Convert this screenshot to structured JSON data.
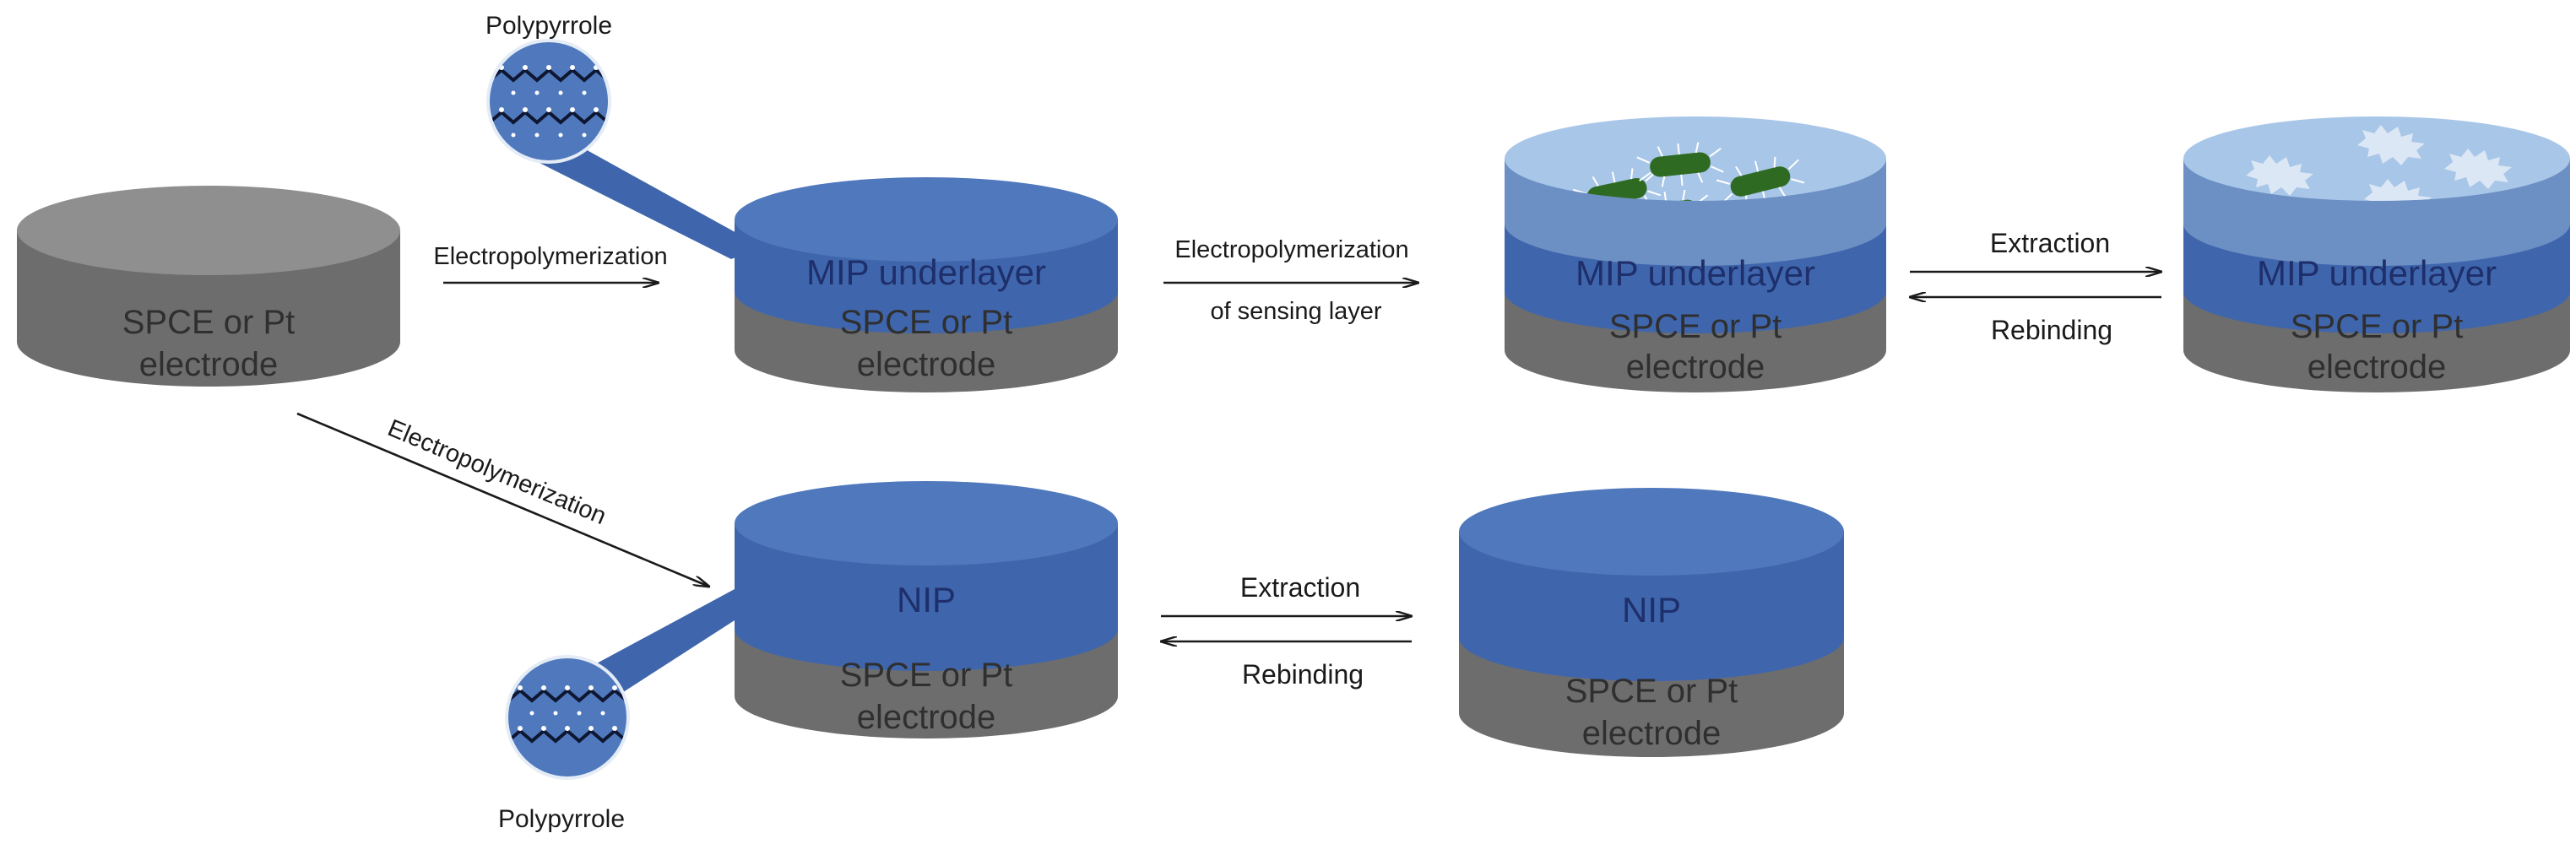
{
  "colors": {
    "electrode_side": "#6d6d6d",
    "electrode_top": "#8f8f8f",
    "polymer_side": "#3f66ac",
    "polymer_top": "#4f78bd",
    "sensing_top": "#a8c6e8",
    "sensing_side": "#6c8fc4",
    "bacteria": "#2f6a22",
    "cavity": "#dbe7f5"
  },
  "labels": {
    "electrode": [
      "SPCE or Pt",
      "electrode"
    ],
    "mip_underlayer": "MIP underlayer",
    "nip": "NIP",
    "polypyrrole": "Polypyrrole"
  },
  "arrows": {
    "electropolymerization": "Electropolymerization",
    "electropolymerization_2": "Electropolymerization",
    "sensing_top": "Electropolymerization",
    "sensing_bottom": "of sensing layer",
    "extraction": "Extraction",
    "rebinding": "Rebinding",
    "diagonal": "Electropolymerization",
    "nip_extraction": "Extraction",
    "nip_rebinding": "Rebinding"
  },
  "icons": {
    "bacterium": "rod-shaped-bacterium-icon",
    "cavity": "imprinted-cavity-icon",
    "magnifier": "polypyrrole-magnifier-icon"
  }
}
